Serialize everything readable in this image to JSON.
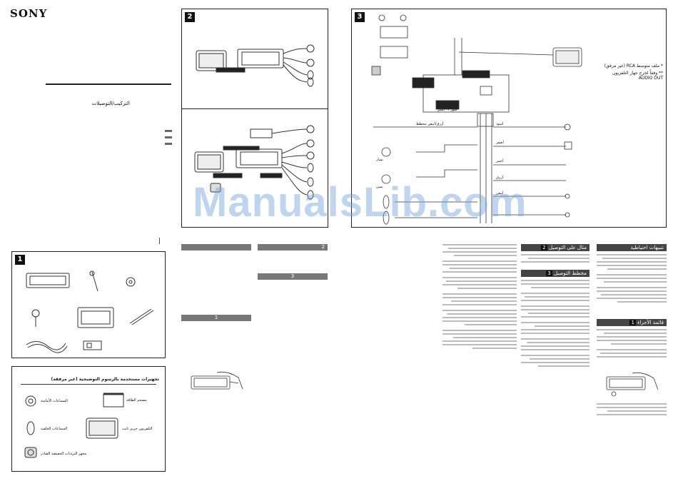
{
  "brand": "SONY",
  "title_ar": "التركيب/التوصيلات",
  "page_marker": "|",
  "panels": {
    "p2": {
      "number": "2"
    },
    "p3": {
      "number": "3"
    },
    "p1": {
      "number": "1"
    }
  },
  "legend": {
    "title": "تجهيزات مستخدمة بالرسوم التوضيحية (غير مرفقة)",
    "items": [
      "السماعات الأمامية",
      "مضخم الطاقة",
      "السماعات الخلفية",
      "التلفزيون حزين ثابت",
      "مجهز الترددات الخفيضة الصادر"
    ]
  },
  "mid_sections": {
    "s2": "2",
    "s3": "3",
    "s1": "1"
  },
  "right_headers": {
    "caution": "تنبيهات احتياطية",
    "parts": "قائمة الأجزاء",
    "parts_num": "1",
    "connect_example": "مثال على التوصيل",
    "connect_example_num": "2",
    "connect_diagram": "مخطط التوصيل",
    "connect_diagram_num": "3"
  },
  "diagram3_labels": {
    "note1": "* ملف متوسط RCA (غير مرفق)",
    "note2": "** وفقاً لخرج جهاز التلفزيون AUDIO OUT",
    "blue_white": "أزرق/أبيض مخطط",
    "black": "أسود",
    "yellow": "أصفر",
    "red": "أحمر",
    "blue": "أزرق",
    "white": "أبيض",
    "left": "يسار",
    "right": "يمين",
    "fuse": "فيوز ٠١ أمبير"
  },
  "watermark": "ManualsLib.com"
}
